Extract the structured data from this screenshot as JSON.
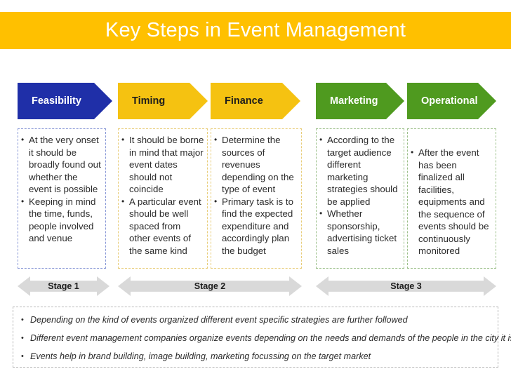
{
  "header": {
    "title": "Key Steps in Event Management",
    "banner_color": "#FFC000",
    "title_color": "#FFFFFF"
  },
  "steps": [
    {
      "label": "Feasibility",
      "chevron_color": "#1F2FA8",
      "label_color": "#FFFFFF",
      "border_color": "#8897d6",
      "bullets": [
        "At the very onset it should be broadly found out whether the event is possible",
        "Keeping in mind the time, funds, people involved and venue"
      ]
    },
    {
      "label": "Timing",
      "chevron_color": "#F5C211",
      "label_color": "#1c1c1c",
      "border_color": "#e8cd7a",
      "bullets": [
        "It should be borne in mind that major event dates should not coincide",
        "A particular event should be well spaced from other events of the same kind"
      ]
    },
    {
      "label": "Finance",
      "chevron_color": "#F5C211",
      "label_color": "#1c1c1c",
      "border_color": "#e8cd7a",
      "bullets": [
        "Determine the sources of revenues depending on the type of event",
        "Primary task is to find the expected expenditure and accordingly plan the budget"
      ]
    },
    {
      "label": "Marketing",
      "chevron_color": "#4F9A1F",
      "label_color": "#FFFFFF",
      "border_color": "#9cc08a",
      "bullets": [
        "According to the target audience different marketing strategies should be applied",
        "Whether sponsorship, advertising ticket sales"
      ]
    },
    {
      "label": "Operational",
      "chevron_color": "#4F9A1F",
      "label_color": "#FFFFFF",
      "border_color": "#9cc08a",
      "bullets": [
        "After the event has been finalized all facilities, equipments and the sequence of events should be continuously monitored"
      ]
    }
  ],
  "stages": [
    {
      "label": "Stage 1"
    },
    {
      "label": "Stage 2"
    },
    {
      "label": "Stage 3"
    }
  ],
  "footer": {
    "notes": [
      "Depending on the kind of events organized different event specific strategies are further followed",
      "Different event management companies organize events depending on the needs and demands of the people in the city it is based",
      "Events help in brand building, image building, marketing focussing on the target market"
    ]
  }
}
